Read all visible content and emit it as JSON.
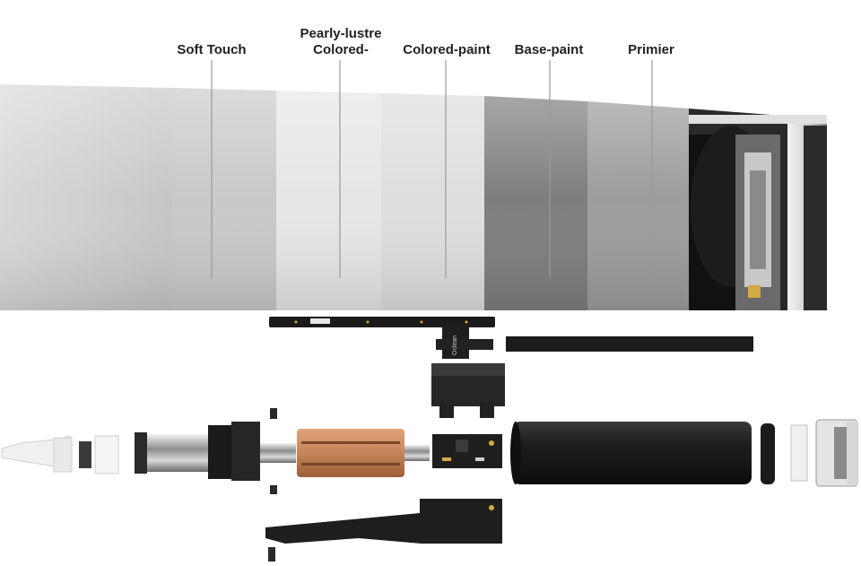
{
  "layers": [
    {
      "label": "Soft Touch"
    },
    {
      "label_line1": "Pearly-lustre",
      "label_line2": "Colored-"
    },
    {
      "label": "Colored-paint"
    },
    {
      "label": "Base-paint"
    },
    {
      "label": "Primier"
    }
  ],
  "pcb_text": "Oclean",
  "colors": {
    "text": "#222222",
    "leader": "#9a9a9a",
    "copper": "#c8845a",
    "black_part": "#1b1b1b"
  }
}
